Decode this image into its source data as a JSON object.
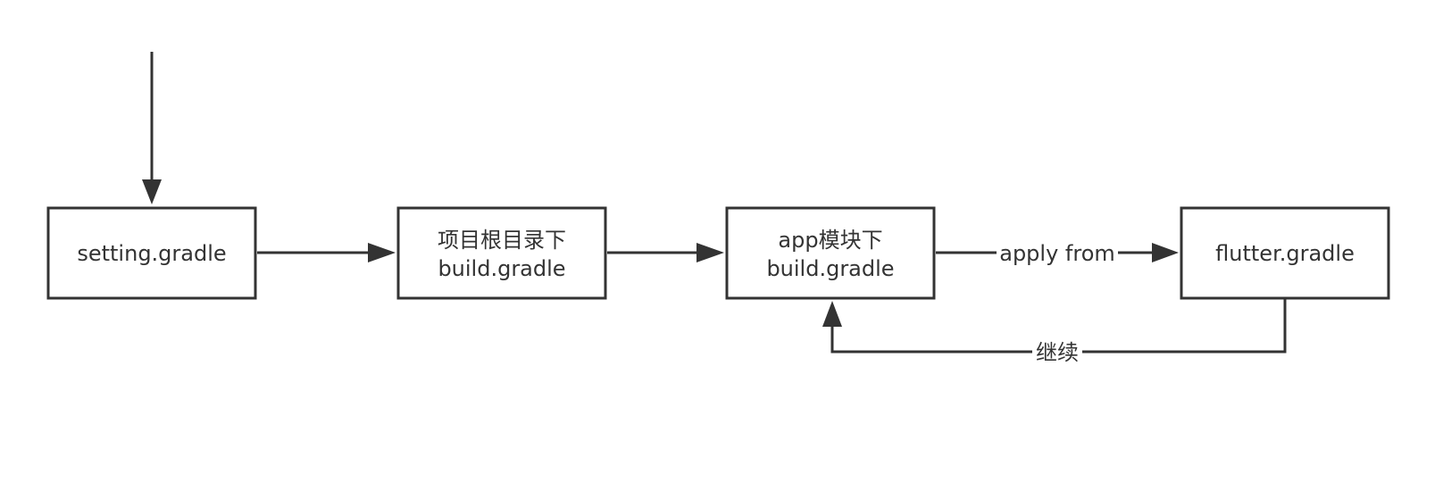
{
  "diagram": {
    "nodes": {
      "setting": {
        "line1": "setting.gradle"
      },
      "root_build": {
        "line1": "项目根目录下",
        "line2": "build.gradle"
      },
      "app_build": {
        "line1": "app模块下",
        "line2": "build.gradle"
      },
      "flutter": {
        "line1": "flutter.gradle"
      }
    },
    "edges": {
      "apply_from": {
        "label": "apply from"
      },
      "continue": {
        "label": "继续"
      }
    },
    "colors": {
      "stroke": "#333333",
      "text": "#333333",
      "background": "#ffffff"
    }
  }
}
